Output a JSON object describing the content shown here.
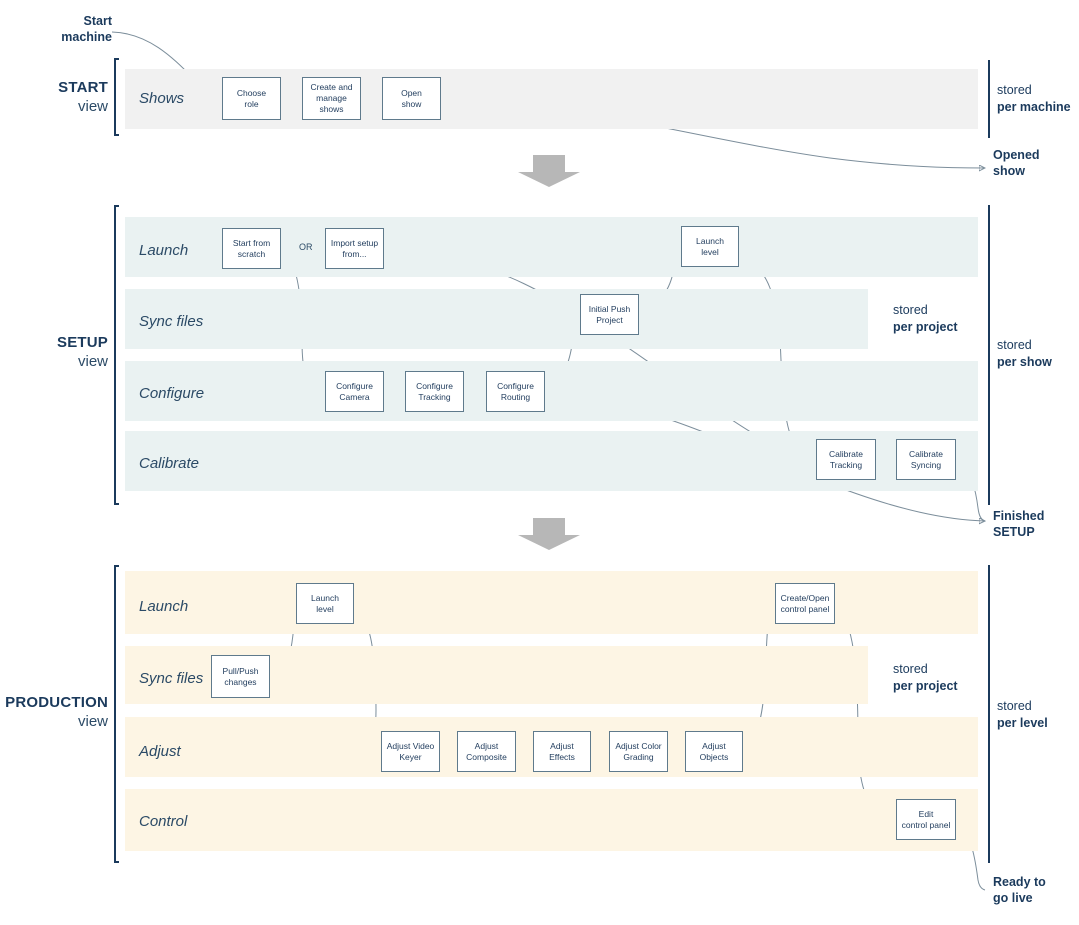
{
  "diagram": {
    "title": "Show production workflow phases",
    "colors": {
      "start_band": "#f1f1f1",
      "setup_band": "#eaf2f2",
      "production_band": "#fdf5e4",
      "node_border": "#5f7a8c",
      "text": "#1b3a5c",
      "connector": "#7c8e9b",
      "transition_arrow": "#b7b7b7"
    }
  },
  "sections": [
    {
      "id": "start",
      "title": "START",
      "subtitle": "view",
      "lanes": [
        {
          "id": "shows",
          "label": "Shows"
        }
      ],
      "nodes": [
        {
          "id": "choose-role",
          "label": "Choose\nrole"
        },
        {
          "id": "create-manage-shows",
          "label": "Create and\nmanage\nshows"
        },
        {
          "id": "open-show",
          "label": "Open\nshow"
        }
      ],
      "side_note": {
        "line1": "stored",
        "line2": "per machine"
      }
    },
    {
      "id": "setup",
      "title": "SETUP",
      "subtitle": "view",
      "lanes": [
        {
          "id": "launch",
          "label": "Launch"
        },
        {
          "id": "sync-files",
          "label": "Sync files"
        },
        {
          "id": "configure",
          "label": "Configure"
        },
        {
          "id": "calibrate",
          "label": "Calibrate"
        }
      ],
      "nodes": [
        {
          "id": "start-from-scratch",
          "label": "Start from\nscratch"
        },
        {
          "id": "import-setup-from",
          "label": "Import setup\nfrom..."
        },
        {
          "id": "launch-level",
          "label": "Launch\nlevel"
        },
        {
          "id": "initial-push-project",
          "label": "Initial Push\nProject"
        },
        {
          "id": "configure-camera",
          "label": "Configure\nCamera"
        },
        {
          "id": "configure-tracking",
          "label": "Configure\nTracking"
        },
        {
          "id": "configure-routing",
          "label": "Configure\nRouting"
        },
        {
          "id": "calibrate-tracking",
          "label": "Calibrate\nTracking"
        },
        {
          "id": "calibrate-syncing",
          "label": "Calibrate\nSyncing"
        }
      ],
      "or_label": "OR",
      "side_note_inner": {
        "line1": "stored",
        "line2": "per project"
      },
      "side_note_outer": {
        "line1": "stored",
        "line2": "per show"
      }
    },
    {
      "id": "production",
      "title": "PRODUCTION",
      "subtitle": "view",
      "lanes": [
        {
          "id": "launch",
          "label": "Launch"
        },
        {
          "id": "sync-files",
          "label": "Sync files"
        },
        {
          "id": "adjust",
          "label": "Adjust"
        },
        {
          "id": "control",
          "label": "Control"
        }
      ],
      "nodes": [
        {
          "id": "launch-level",
          "label": "Launch\nlevel"
        },
        {
          "id": "create-open-control-panel",
          "label": "Create/Open\ncontrol panel"
        },
        {
          "id": "pull-push-changes",
          "label": "Pull/Push\nchanges"
        },
        {
          "id": "adjust-video-keyer",
          "label": "Adjust Video\nKeyer"
        },
        {
          "id": "adjust-composite",
          "label": "Adjust\nComposite"
        },
        {
          "id": "adjust-effects",
          "label": "Adjust\nEffects"
        },
        {
          "id": "adjust-color-grading",
          "label": "Adjust Color\nGrading"
        },
        {
          "id": "adjust-objects",
          "label": "Adjust\nObjects"
        },
        {
          "id": "edit-control-panel",
          "label": "Edit\ncontrol panel"
        }
      ],
      "side_note_inner": {
        "line1": "stored",
        "line2": "per project"
      },
      "side_note_outer": {
        "line1": "stored",
        "line2": "per level"
      }
    }
  ],
  "terminals": [
    {
      "id": "start-machine",
      "label": "Start\nmachine"
    },
    {
      "id": "opened-show",
      "label": "Opened\nshow"
    },
    {
      "id": "finished-setup",
      "label": "Finished\nSETUP"
    },
    {
      "id": "ready-to-go-live",
      "label": "Ready to\ngo live"
    }
  ]
}
